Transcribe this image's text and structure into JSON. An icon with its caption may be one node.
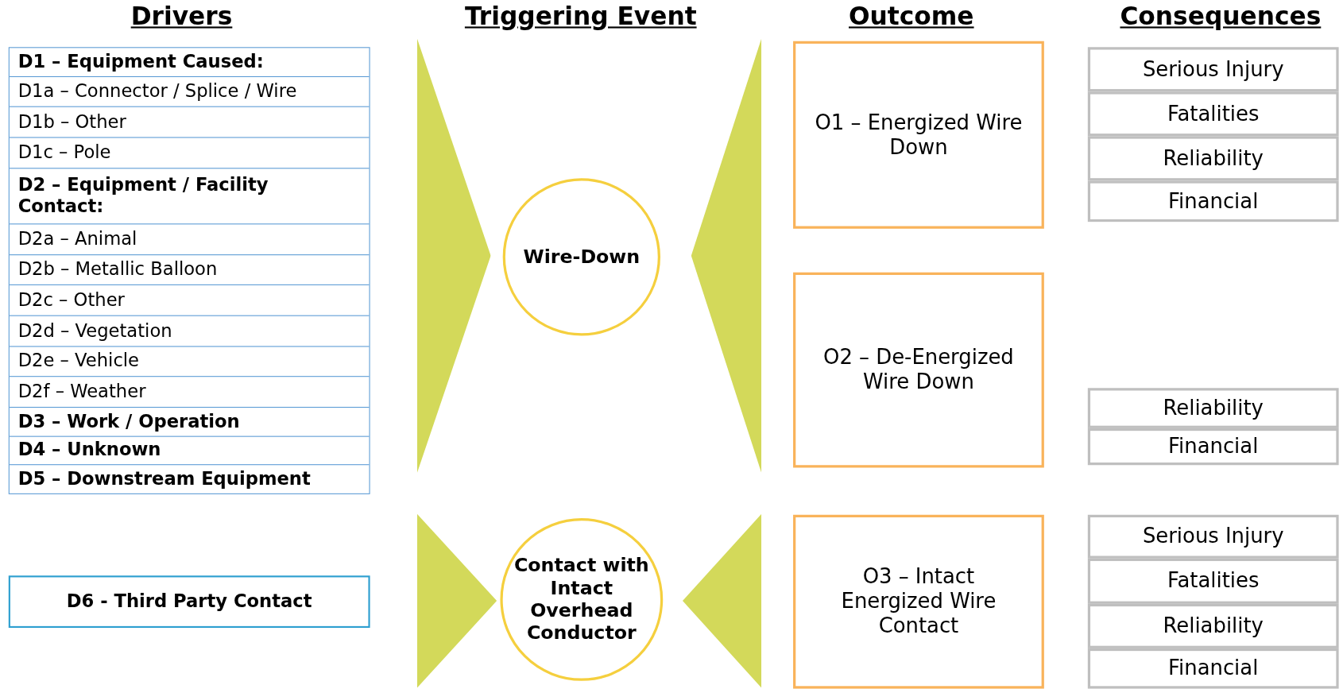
{
  "diagram": {
    "nodes": [
      {
        "text": [
          "D1 – Equipment Caused:"
        ]
      },
      {
        "text": [
          "D1a – Connector / Splice / Wire"
        ]
      },
      {
        "text": [
          "D1b – Other"
        ]
      },
      {
        "text": [
          "D1c – Pole"
        ]
      },
      {
        "text": [
          "D2 – Equipment / Facility Contact:"
        ]
      },
      {
        "text": [
          "D2a – Animal"
        ]
      },
      {
        "text": [
          "D2b – Metallic Balloon"
        ]
      },
      {
        "text": [
          "D2c – Other"
        ]
      },
      {
        "text": [
          "D2d – Vegetation"
        ]
      },
      {
        "text": [
          "D2e – Vehicle"
        ]
      },
      {
        "text": [
          "D2f – Weather"
        ]
      },
      {
        "text": [
          "D3 – Work / Operation"
        ]
      },
      {
        "text": [
          "D4 – Unknown"
        ]
      },
      {
        "text": [
          "D5 – Downstream Equipment"
        ]
      },
      {
        "text": [
          "D6 - Third Party Contact"
        ]
      },
      {
        "text": [
          "Wire-Down"
        ]
      },
      {
        "text": [
          "Contact with Intact Overhead Conductor"
        ]
      },
      {
        "text": [
          "O1 – Energized Wire Down"
        ]
      },
      {
        "text": [
          "O2 – De-Energized Wire Down"
        ]
      },
      {
        "text": [
          "O3 – Intact Energized Wire Contact"
        ]
      },
      {
        "text": [
          "Serious Injury"
        ]
      },
      {
        "text": [
          "Fatalities"
        ]
      },
      {
        "text": [
          "Reliability"
        ]
      },
      {
        "text": [
          "Financial"
        ]
      },
      {
        "text": [
          "Reliability"
        ]
      },
      {
        "text": [
          "Financial"
        ]
      },
      {
        "text": [
          "Serious Injury"
        ]
      },
      {
        "text": [
          "Fatalities"
        ]
      },
      {
        "text": [
          "Reliability"
        ]
      },
      {
        "text": [
          "Financial"
        ]
      },
      {
        "text": [],
        "shape": "triangle"
      },
      {
        "text": [],
        "shape": "triangle"
      },
      {
        "text": [],
        "shape": "triangle"
      },
      {
        "text": [],
        "shape": "triangle"
      }
    ],
    "labels": [
      "Drivers",
      "Triggering Event",
      "Outcome",
      "Consequences"
    ]
  }
}
